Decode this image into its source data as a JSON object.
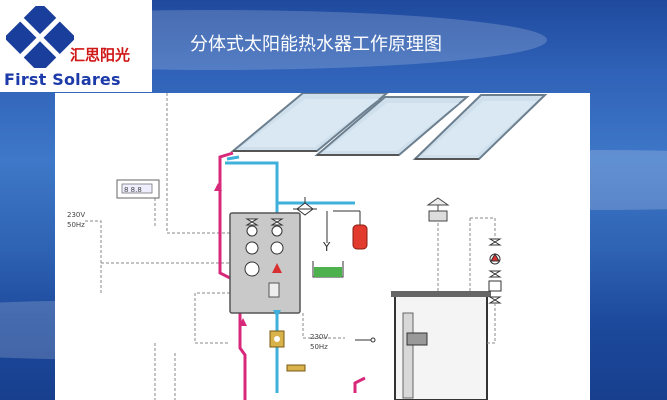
{
  "header": {
    "title": "分体式太阳能热水器工作原理图"
  },
  "logo": {
    "name_cn": "汇思阳光",
    "name_en": "First Solares"
  },
  "diagram": {
    "label_230v_left": "230V",
    "label_50hz_left": "50Hz",
    "label_230v_right": "230V",
    "label_50hz_right": "50Hz",
    "controller_display": "8 8.8"
  },
  "colors": {
    "hot_pipe": "#d8287a",
    "cold_pipe": "#3fb0dc",
    "background": "#2f62b8"
  }
}
